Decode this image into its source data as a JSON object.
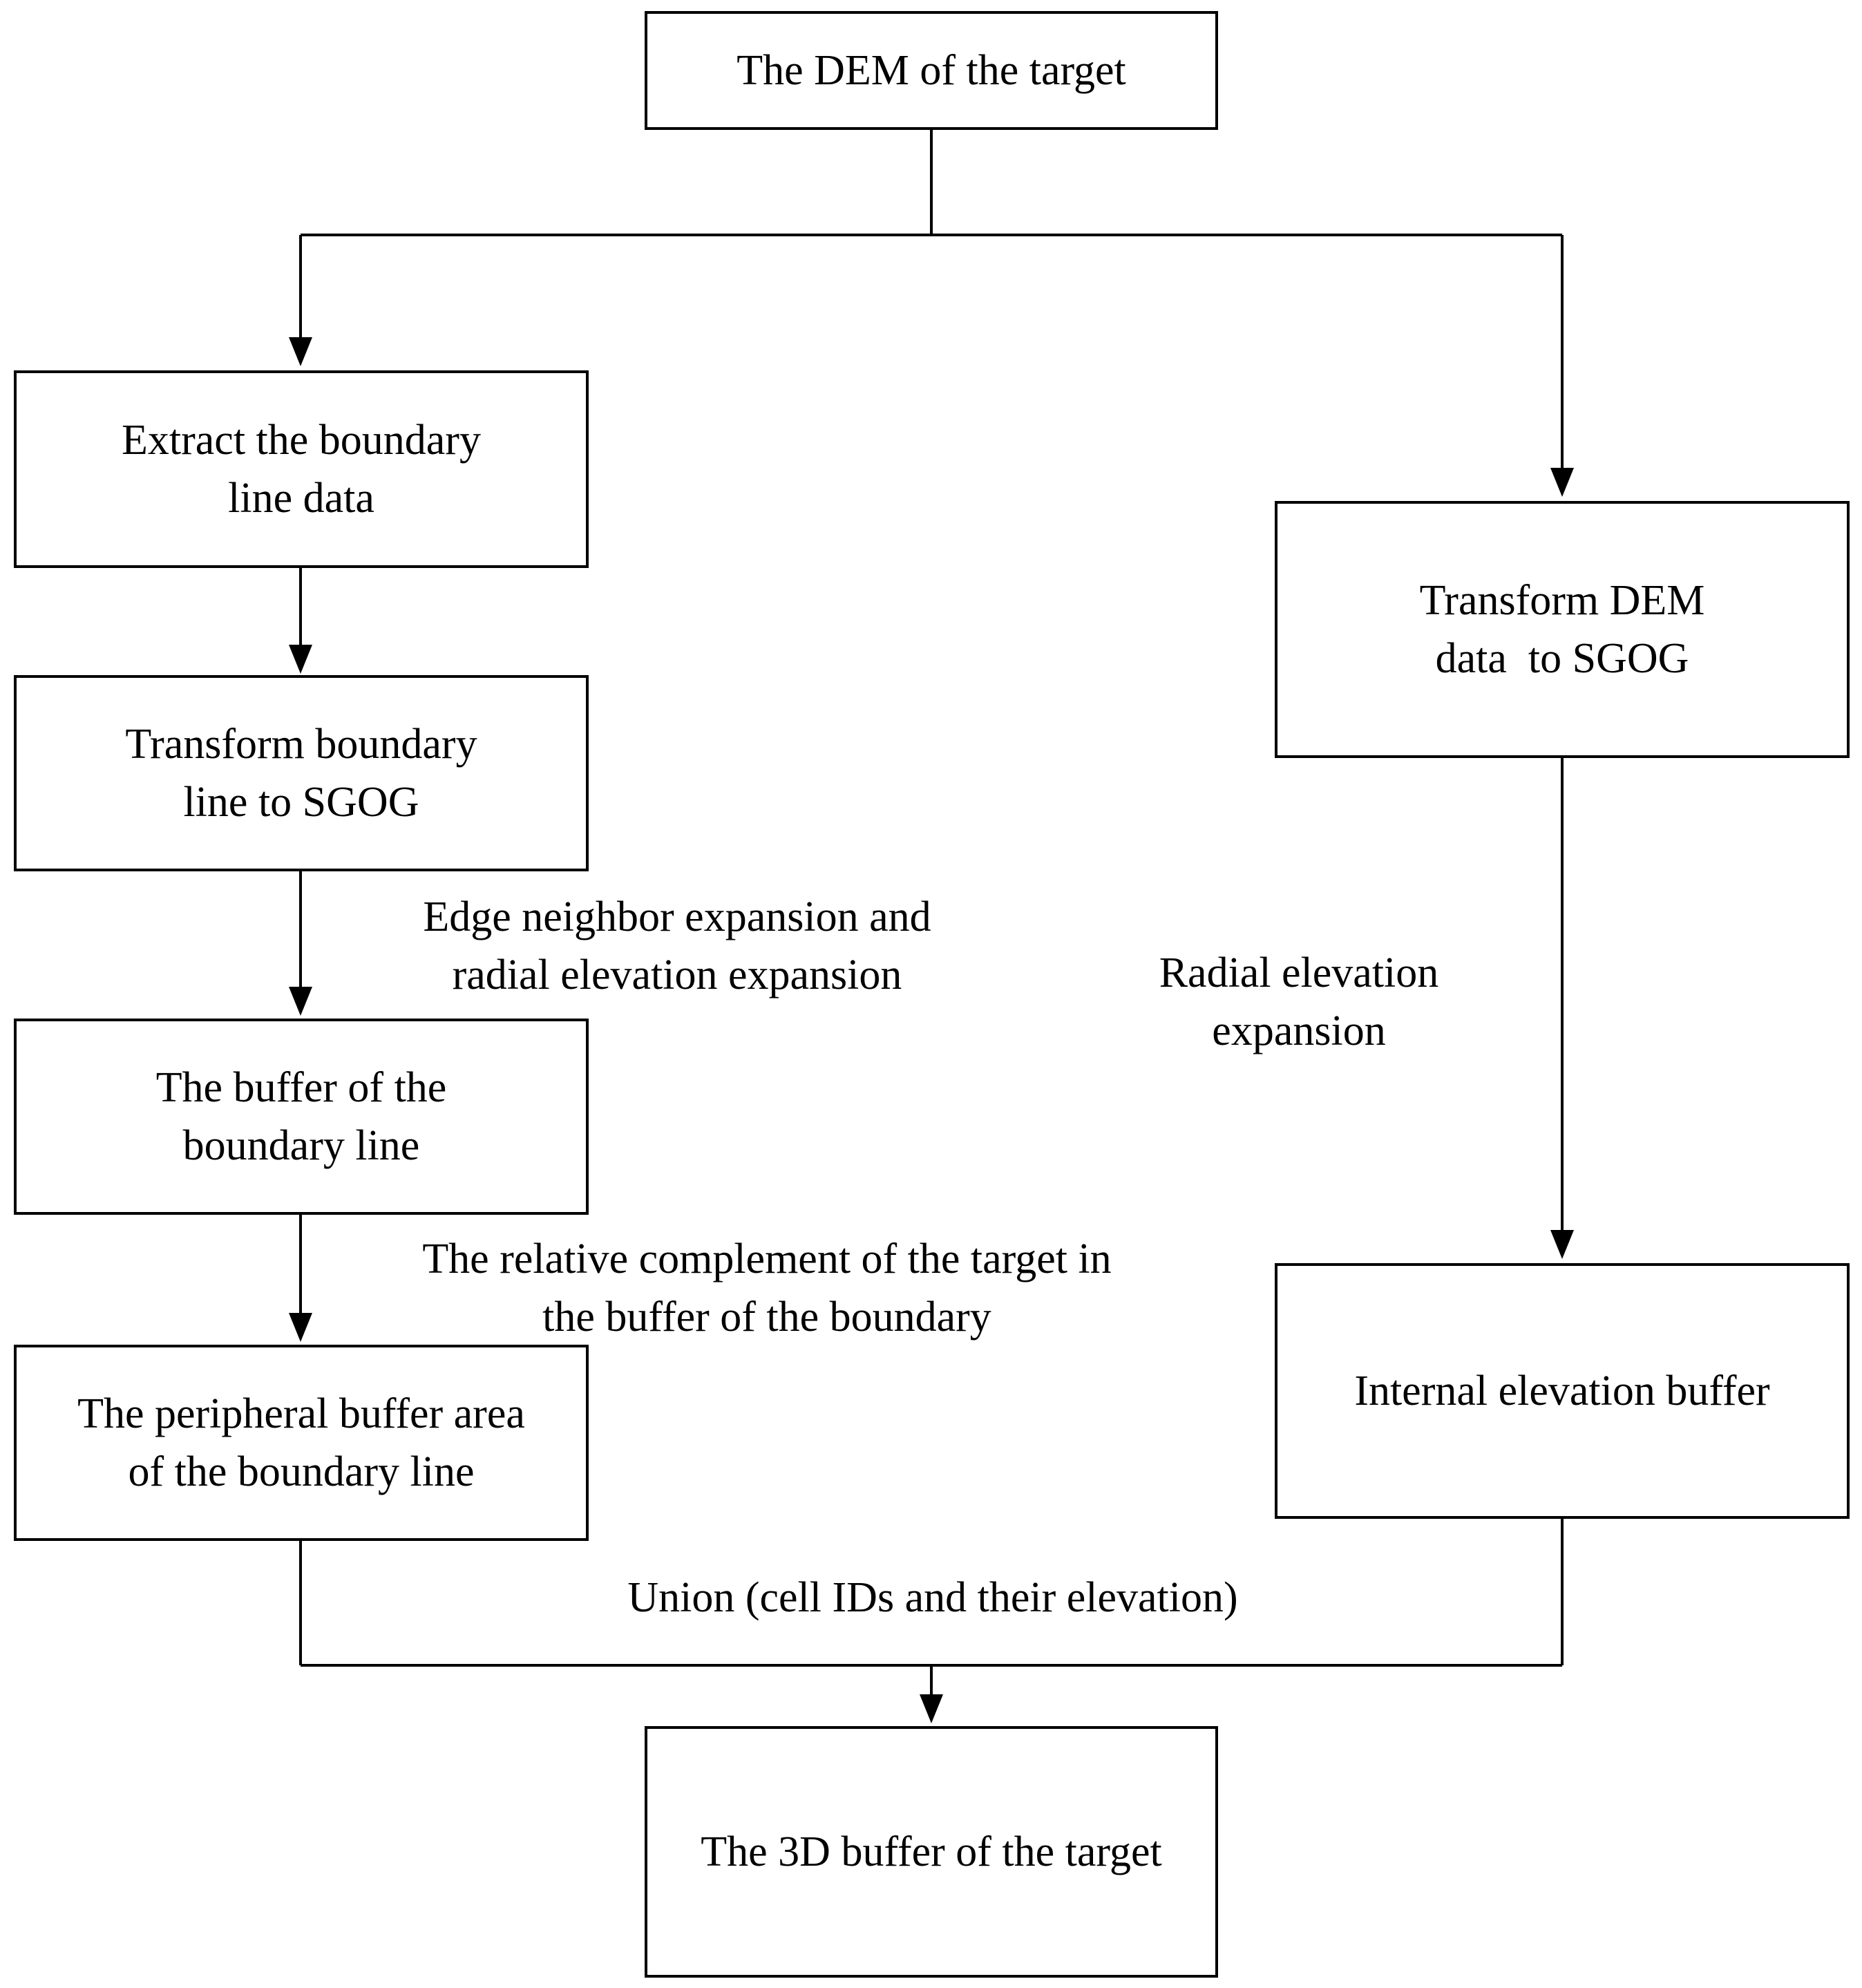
{
  "nodes": {
    "dem_target": "The DEM of the target",
    "extract_boundary": "Extract the boundary\nline data",
    "transform_boundary": "Transform boundary\nline to SGOG",
    "buffer_boundary": "The buffer of the\nboundary line",
    "peripheral_buffer": "The peripheral buffer area\nof the boundary line",
    "transform_dem": "Transform DEM\ndata  to SGOG",
    "internal_buffer": "Internal elevation buffer",
    "buffer_3d": "The 3D buffer of the target"
  },
  "edge_labels": {
    "edge_neighbor": "Edge neighbor expansion and\nradial elevation expansion",
    "radial_elevation": "Radial elevation\nexpansion",
    "relative_complement": "The relative complement of the target in\nthe buffer of the boundary",
    "union": "Union (cell IDs and their elevation)"
  }
}
